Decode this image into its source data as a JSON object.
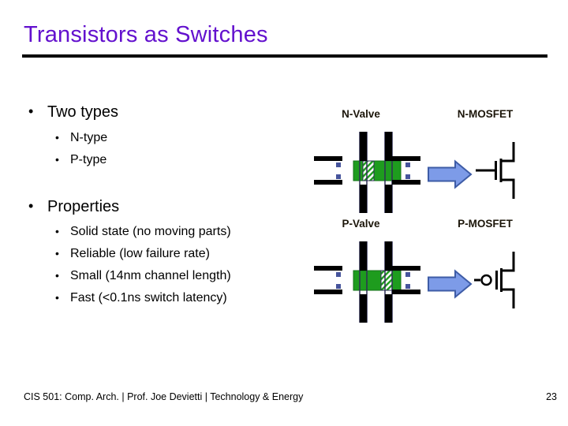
{
  "slide": {
    "title": "Transistors as Switches",
    "bullets": [
      {
        "label": "Two types",
        "subs": [
          "N-type",
          "P-type"
        ]
      },
      {
        "label": "Properties",
        "subs": [
          "Solid state (no moving parts)",
          "Reliable (low failure rate)",
          "Small (14nm channel length)",
          "Fast (<0.1ns switch latency)"
        ]
      }
    ],
    "bullet_glyph": "•",
    "diagram": {
      "rows": [
        {
          "valve_label": "N-Valve",
          "mosfet_label": "N-MOSFET"
        },
        {
          "valve_label": "P-Valve",
          "mosfet_label": "P-MOSFET"
        }
      ],
      "icons": [
        "valve-diagram",
        "arrow-right-icon",
        "mosfet-symbol"
      ]
    },
    "footer": {
      "left": "CIS 501: Comp. Arch.  |  Prof. Joe Devietti  |  Technology & Energy",
      "page": "23"
    },
    "colors": {
      "title_purple": "#6311ce",
      "valve_green": "#1e9c1e",
      "hatch_white": "#ffffff",
      "pipe_black": "#000000",
      "pipe_edge_navy": "#2e2e55",
      "dashed_square_blue": "#46549c",
      "arrow_fill": "#7d9be8",
      "arrow_stroke": "#3e5ca6",
      "label_dark": "#1c160a"
    }
  }
}
